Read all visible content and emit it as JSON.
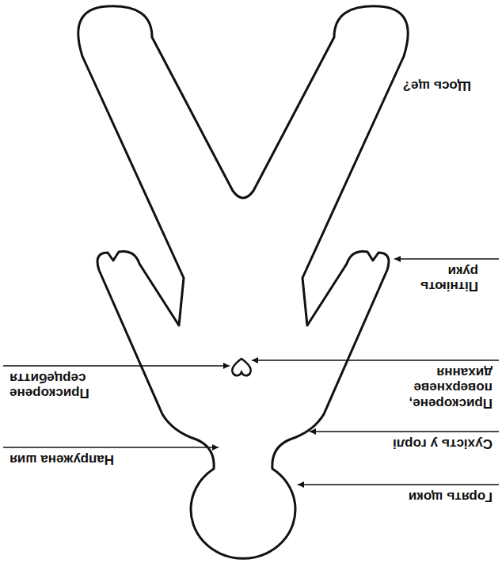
{
  "diagram": {
    "labels": [
      "Щось ще?",
      "Пітніють руки",
      "Прискорене серцебиття",
      "Прискорене, поверхневе дихання",
      "Напружена шия",
      "Сухість у горлі",
      "Горять щоки"
    ]
  }
}
